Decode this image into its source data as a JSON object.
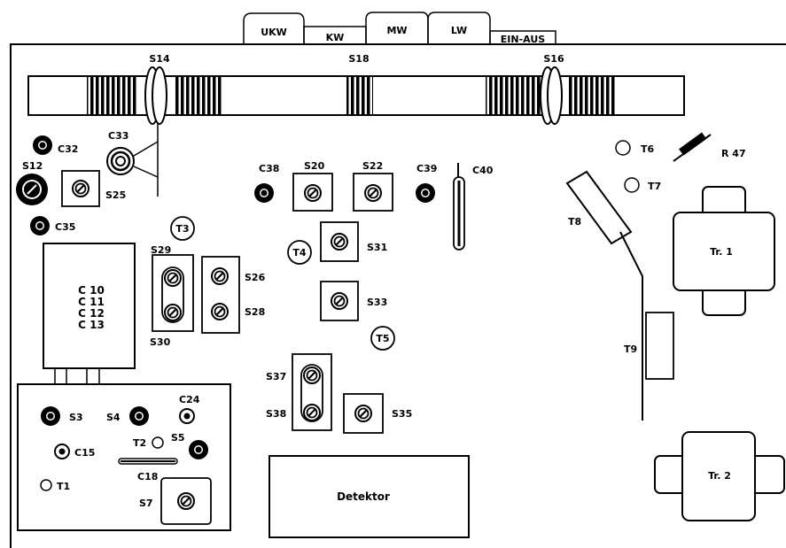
{
  "tabs": [
    "UKW",
    "KW",
    "MW",
    "LW",
    "EIN-AUS"
  ],
  "coil_labels": {
    "s14": "S14",
    "s18": "S18",
    "s16": "S16"
  },
  "caps": {
    "c32": "C32",
    "c33": "C33",
    "c35": "C35",
    "c38": "C38",
    "c39": "C39",
    "c40": "C40",
    "c24": "C24",
    "c15": "C15",
    "c18": "C18"
  },
  "screws": {
    "s12": "S12",
    "s25": "S25",
    "s20": "S20",
    "s22": "S22",
    "s31": "S31",
    "s33": "S33",
    "s29": "S29",
    "s30": "S30",
    "s26": "S26",
    "s28": "S28",
    "s37": "S37",
    "s38": "S38",
    "s35": "S35",
    "s3": "S3",
    "s4": "S4",
    "s5": "S5",
    "s7": "S7"
  },
  "transistors": {
    "t1": "T1",
    "t2": "T2",
    "t3": "T3",
    "t4": "T4",
    "t5": "T5",
    "t6": "T6",
    "t7": "T7",
    "t8": "T8",
    "t9": "T9"
  },
  "resistor": "R 47",
  "filter_block": [
    "C 10",
    "C 11",
    "C 12",
    "C 13"
  ],
  "transformers": {
    "tr1": "Tr. 1",
    "tr2": "Tr. 2"
  },
  "detektor": "Detektor"
}
